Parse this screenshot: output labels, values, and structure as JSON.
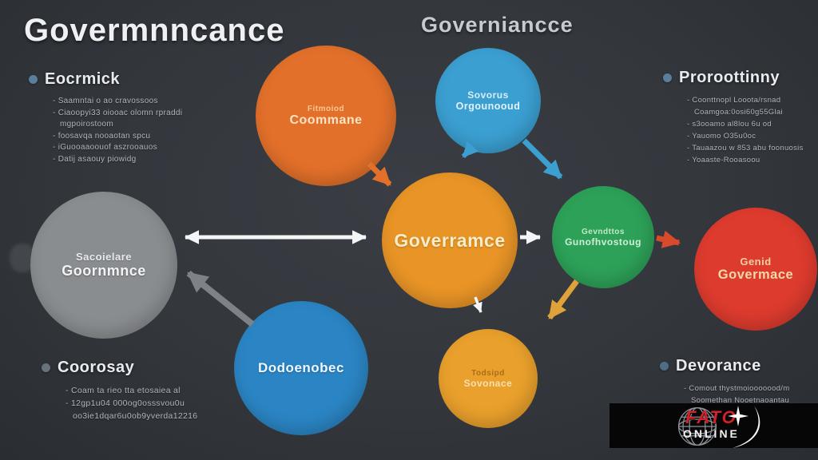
{
  "palette": {
    "background": "#33373c",
    "orange": "#e2702a",
    "amber": "#e89426",
    "amber_small": "#e9a02c",
    "blue": "#3b9fd1",
    "blue_dark": "#2b85c4",
    "green": "#2da158",
    "red": "#dd3b2e",
    "gray_node": "#8a8d90",
    "arrow_white": "#f4f5f6",
    "arrow_gray": "#7e8287",
    "arrow_yellow": "#dfa23a",
    "arrow_redorange": "#d84b2a",
    "logo_red": "#d42127"
  },
  "titles": {
    "main": "Govermnncance",
    "secondary": "Governiancce"
  },
  "lists": {
    "top_left": {
      "heading": "Eocrmick",
      "items": [
        "- Saamntai o ao cravossoos",
        "- Ciaoopyi33 oiooac olomn rpraddi",
        "mgpoirostoom",
        "- foosavqa nooaotan spcu",
        "- iGuooaaoouof aszrooauos",
        "- Datij asaouy piowidg"
      ]
    },
    "top_right": {
      "heading": "Proroottinny",
      "items": [
        "- Coonttnopl Looota/rsnad",
        "Coamgoa:0osi60g55Glai",
        "- s3ooamo al8lou 6u od",
        "- Yauomo O35u0oc",
        "- Tauaazou w 853 abu foonuosis",
        "- Yoaaste-Rooasoou"
      ]
    },
    "bottom_left": {
      "heading": "Coorosay",
      "items": [
        "- Coam ta rieo tta etosaiea al",
        "- 12gp1u04 000og0osssvou0u",
        "oo3ie1dqar6u0ob9yverda12216"
      ]
    },
    "bottom_right": {
      "heading": "Devorance",
      "items": [
        "- Comout thystmoiooooood/m",
        "Soomethan Nooetnaoantau"
      ]
    }
  },
  "nodes": {
    "gray": {
      "color": "#8a8d90",
      "label_lines": [
        "Sacoielare",
        "Goornmnce"
      ]
    },
    "orange_top": {
      "color": "#e2702a",
      "label_lines": [
        "Fitmoiod",
        "Coommane"
      ]
    },
    "blue_top": {
      "color": "#3b9fd1",
      "label_lines": [
        "Sovorus",
        "Orgounooud"
      ]
    },
    "center": {
      "color": "#e89426",
      "label_lines": [
        "Goverramce"
      ]
    },
    "green": {
      "color": "#2da158",
      "label_lines": [
        "Gevndttos",
        "Gunofhvostoug"
      ]
    },
    "red": {
      "color": "#dd3b2e",
      "label_lines": [
        "Genid",
        "Govermace"
      ]
    },
    "blue_bottom": {
      "color": "#2b85c4",
      "label_lines": [
        "Dodoenobec"
      ]
    },
    "orange_small": {
      "color": "#e9a02c",
      "label_lines": [
        "Todsipd",
        "Sovonace"
      ]
    }
  },
  "logo": {
    "line1": "FATO",
    "line2": "ONLINE"
  }
}
